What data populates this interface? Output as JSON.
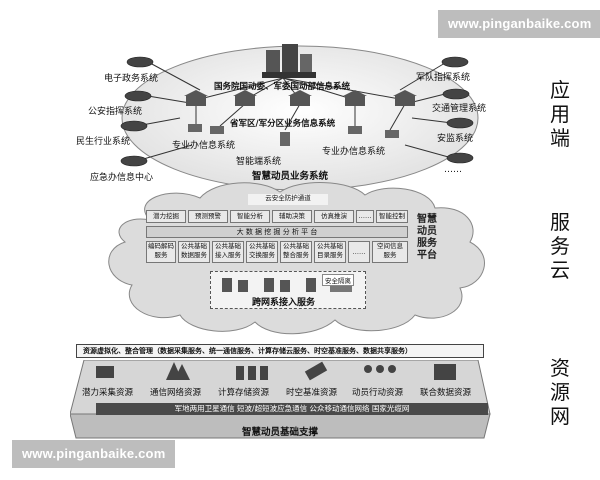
{
  "watermark": {
    "top": "www.pinganbaike.com",
    "bottom": "www.pinganbaike.com"
  },
  "side_labels": {
    "app": [
      "应",
      "用",
      "端"
    ],
    "cloud": [
      "服",
      "务",
      "云"
    ],
    "resource": [
      "资",
      "源",
      "网"
    ]
  },
  "app_layer": {
    "left_nodes": [
      "电子政务系统",
      "公安指挥系统",
      "民生行业系统",
      "应急办信息中心"
    ],
    "right_nodes": [
      "军队指挥系统",
      "交通管理系统",
      "安监系统",
      "……"
    ],
    "top_title": "国务院国动委、军委国动部信息系统",
    "mid_title": "省军区/军分区业务信息系统",
    "left_office": "专业办信息系统",
    "right_office": "专业办信息系统",
    "terminal": "智能端系统",
    "bottom_title": "智慧动员业务系统"
  },
  "cloud_layer": {
    "security_channel": "云安全防护通道",
    "row1": [
      "潜力挖掘",
      "预测预警",
      "智能分析",
      "辅助决策",
      "仿真推演",
      "……",
      "智能控制"
    ],
    "bigdata": "大 数 据 挖 掘 分 析 平 台",
    "row2": [
      "编码解码\n服务",
      "公共基础\n数据服务",
      "公共基础\n接入服务",
      "公共基础\n交换服务",
      "公共基础\n整合服务",
      "公共基础\n目录服务",
      "……",
      "空间信息\n服务"
    ],
    "platform": [
      "智慧",
      "动员",
      "服务",
      "平台"
    ],
    "isolation": "安全隔离",
    "cross_net": "跨网系接入服务"
  },
  "resource_layer": {
    "mgmt": "资源虚拟化、整合管理（数据采集服务、统一通信服务、计算存储云服务、时空基准服务、数据共享服务）",
    "resources": [
      "潜力采集资源",
      "通信网络资源",
      "计算存储资源",
      "时空基准资源",
      "动员行动资源",
      "联合数据资源"
    ],
    "networks": "军地两用卫星通信  短波/超短波应急通信  公众移动通信网络  国家光缆网",
    "base": "智慧动员基础支撑"
  }
}
